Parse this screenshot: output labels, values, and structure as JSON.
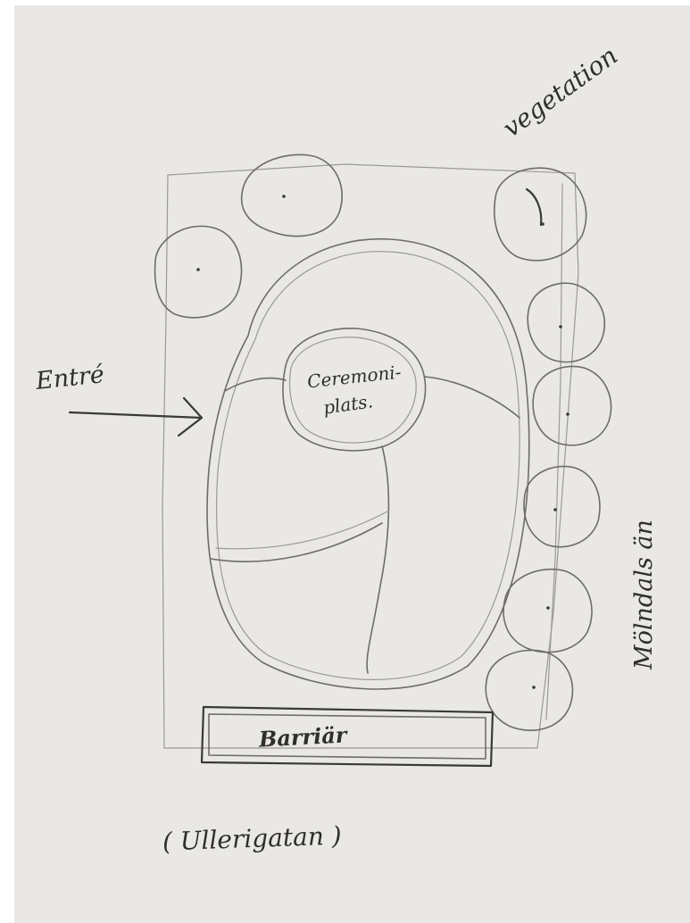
{
  "labels": {
    "entrance": "Entré",
    "ceremony_line1": "Ceremoni-",
    "ceremony_line2": "plats.",
    "vegetation": "vegetation",
    "side_street": "Mölndals än",
    "barrier": "Barriär",
    "street": "( Ullerigatan )"
  },
  "colors": {
    "paper": "#e9e8e6",
    "pencil": "#6e6c69",
    "ink": "#2f2e2c"
  }
}
